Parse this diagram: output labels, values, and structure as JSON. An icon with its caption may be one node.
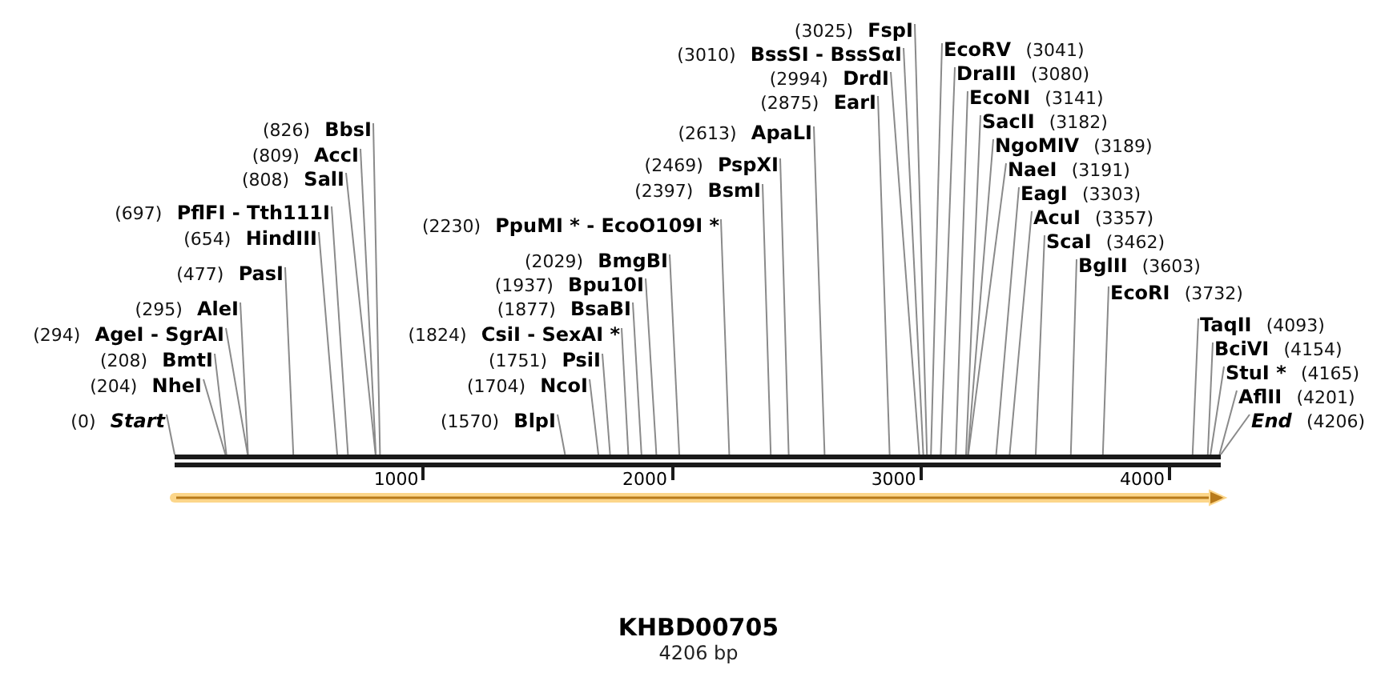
{
  "diagram": {
    "title": "KHBD00705",
    "caption": "4206 bp",
    "nodes": [
      {
        "text": [
          "(0)",
          "Start"
        ]
      },
      {
        "text": [
          "(204)",
          "NheI"
        ]
      },
      {
        "text": [
          "(208)",
          "BmtI"
        ]
      },
      {
        "text": [
          "(294)",
          "AgeI - SgrAI"
        ]
      },
      {
        "text": [
          "(295)",
          "AleI"
        ]
      },
      {
        "text": [
          "(477)",
          "PasI"
        ]
      },
      {
        "text": [
          "(654)",
          "HindIII"
        ]
      },
      {
        "text": [
          "(697)",
          "PflFI - Tth111I"
        ]
      },
      {
        "text": [
          "(808)",
          "SalI"
        ]
      },
      {
        "text": [
          "(809)",
          "AccI"
        ]
      },
      {
        "text": [
          "(826)",
          "BbsI"
        ]
      },
      {
        "text": [
          "(1570)",
          "BlpI"
        ]
      },
      {
        "text": [
          "(1704)",
          "NcoI"
        ]
      },
      {
        "text": [
          "(1751)",
          "PsiI"
        ]
      },
      {
        "text": [
          "(1824)",
          "CsiI - SexAI *"
        ]
      },
      {
        "text": [
          "(1877)",
          "BsaBI"
        ]
      },
      {
        "text": [
          "(1937)",
          "Bpu10I"
        ]
      },
      {
        "text": [
          "(2029)",
          "BmgBI"
        ]
      },
      {
        "text": [
          "(2230)",
          "PpuMI * - EcoO109I *"
        ]
      },
      {
        "text": [
          "(2397)",
          "BsmI"
        ]
      },
      {
        "text": [
          "(2469)",
          "PspXI"
        ]
      },
      {
        "text": [
          "(2613)",
          "ApaLI"
        ]
      },
      {
        "text": [
          "(2875)",
          "EarI"
        ]
      },
      {
        "text": [
          "(2994)",
          "DrdI"
        ]
      },
      {
        "text": [
          "(3010)",
          "BssSI - BssSαI"
        ]
      },
      {
        "text": [
          "(3025)",
          "FspI"
        ]
      },
      {
        "text": [
          "EcoRV",
          "(3041)"
        ]
      },
      {
        "text": [
          "DraIII",
          "(3080)"
        ]
      },
      {
        "text": [
          "EcoNI",
          "(3141)"
        ]
      },
      {
        "text": [
          "SacII",
          "(3182)"
        ]
      },
      {
        "text": [
          "NgoMIV",
          "(3189)"
        ]
      },
      {
        "text": [
          "NaeI",
          "(3191)"
        ]
      },
      {
        "text": [
          "EagI",
          "(3303)"
        ]
      },
      {
        "text": [
          "AcuI",
          "(3357)"
        ]
      },
      {
        "text": [
          "ScaI",
          "(3462)"
        ]
      },
      {
        "text": [
          "BglII",
          "(3603)"
        ]
      },
      {
        "text": [
          "EcoRI",
          "(3732)"
        ]
      },
      {
        "text": [
          "TaqII",
          "(4093)"
        ]
      },
      {
        "text": [
          "BciVI",
          "(4154)"
        ]
      },
      {
        "text": [
          "StuI *",
          "(4165)"
        ]
      },
      {
        "text": [
          "AflII",
          "(4201)"
        ]
      },
      {
        "text": [
          "End",
          "(4206)"
        ]
      },
      {
        "text": [],
        "shape": "bar"
      }
    ],
    "edges": [
      {
        "from": 0,
        "to": 42,
        "arrow": "none"
      },
      {
        "from": 1,
        "to": 42,
        "arrow": "none"
      },
      {
        "from": 2,
        "to": 42,
        "arrow": "none"
      },
      {
        "from": 3,
        "to": 42,
        "arrow": "none"
      },
      {
        "from": 4,
        "to": 42,
        "arrow": "none"
      },
      {
        "from": 5,
        "to": 42,
        "arrow": "none"
      },
      {
        "from": 6,
        "to": 42,
        "arrow": "none"
      },
      {
        "from": 7,
        "to": 42,
        "arrow": "none"
      },
      {
        "from": 8,
        "to": 42,
        "arrow": "none"
      },
      {
        "from": 9,
        "to": 42,
        "arrow": "none"
      },
      {
        "from": 10,
        "to": 42,
        "arrow": "none"
      },
      {
        "from": 11,
        "to": 42,
        "arrow": "none"
      },
      {
        "from": 12,
        "to": 42,
        "arrow": "none"
      },
      {
        "from": 13,
        "to": 42,
        "arrow": "none"
      },
      {
        "from": 14,
        "to": 42,
        "arrow": "none"
      },
      {
        "from": 15,
        "to": 42,
        "arrow": "none"
      },
      {
        "from": 16,
        "to": 42,
        "arrow": "none"
      },
      {
        "from": 17,
        "to": 42,
        "arrow": "none"
      },
      {
        "from": 18,
        "to": 42,
        "arrow": "none"
      },
      {
        "from": 19,
        "to": 42,
        "arrow": "none"
      },
      {
        "from": 20,
        "to": 42,
        "arrow": "none"
      },
      {
        "from": 21,
        "to": 42,
        "arrow": "none"
      },
      {
        "from": 22,
        "to": 42,
        "arrow": "none"
      },
      {
        "from": 23,
        "to": 42,
        "arrow": "none"
      },
      {
        "from": 24,
        "to": 42,
        "arrow": "none"
      },
      {
        "from": 25,
        "to": 42,
        "arrow": "none"
      },
      {
        "from": 26,
        "to": 42,
        "arrow": "none"
      },
      {
        "from": 27,
        "to": 42,
        "arrow": "none"
      },
      {
        "from": 28,
        "to": 42,
        "arrow": "none"
      },
      {
        "from": 29,
        "to": 42,
        "arrow": "none"
      },
      {
        "from": 30,
        "to": 42,
        "arrow": "none"
      },
      {
        "from": 31,
        "to": 42,
        "arrow": "none"
      },
      {
        "from": 32,
        "to": 42,
        "arrow": "none"
      },
      {
        "from": 33,
        "to": 42,
        "arrow": "none"
      },
      {
        "from": 34,
        "to": 42,
        "arrow": "none"
      },
      {
        "from": 35,
        "to": 42,
        "arrow": "none"
      },
      {
        "from": 36,
        "to": 42,
        "arrow": "none"
      },
      {
        "from": 37,
        "to": 42,
        "arrow": "none"
      },
      {
        "from": 38,
        "to": 42,
        "arrow": "none"
      },
      {
        "from": 39,
        "to": 42,
        "arrow": "none"
      },
      {
        "from": 40,
        "to": 42,
        "arrow": "none"
      },
      {
        "from": 41,
        "to": 42,
        "arrow": "none"
      }
    ],
    "labels": [
      "1000",
      "2000",
      "3000",
      "4000"
    ]
  }
}
